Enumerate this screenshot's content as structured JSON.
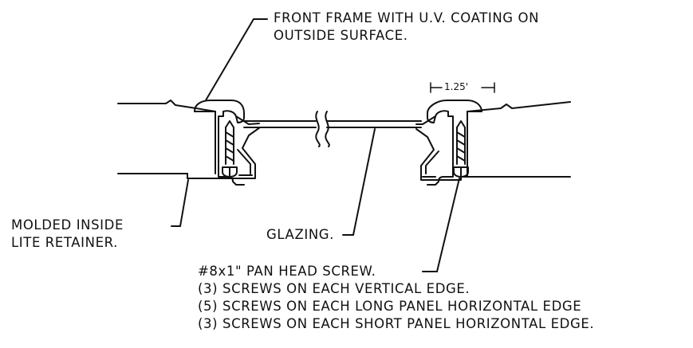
{
  "labels": {
    "front_frame": [
      "FRONT FRAME WITH U.V. COATING ON",
      "OUTSIDE SURFACE."
    ],
    "dimension": "1.25'",
    "retainer": [
      "MOLDED INSIDE",
      "LITE RETAINER."
    ],
    "glazing": "GLAZING.",
    "screw_title": "#8x1\" PAN HEAD SCREW.",
    "screw_notes": [
      "(3) SCREWS ON EACH VERTICAL EDGE.",
      "(5) SCREWS ON EACH LONG PANEL HORIZONTAL EDGE",
      "(3) SCREWS ON EACH SHORT PANEL HORIZONTAL EDGE."
    ]
  },
  "colors": {
    "ink": "#111111",
    "background": "#ffffff"
  }
}
